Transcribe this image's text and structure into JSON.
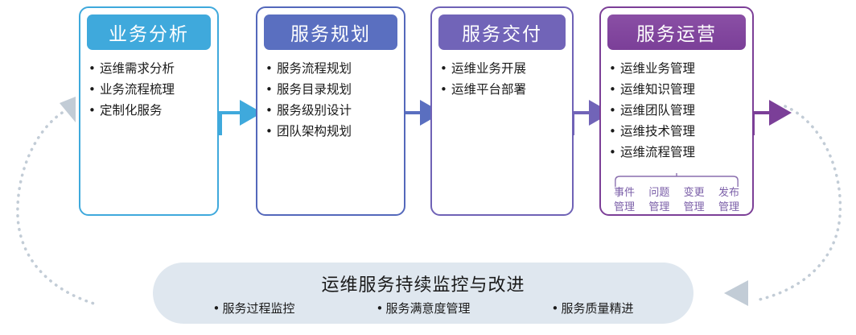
{
  "diagram": {
    "title_implicit": "",
    "colors": {
      "phase1": "#3fa9dc",
      "phase2": "#5a6fc0",
      "phase3": "#7164b8",
      "phase4": "#7b3f98",
      "pill_background": "#dfe7ef",
      "loop_arrow": "#b9c4d0",
      "sub_item_text": "#7b5fa8"
    },
    "phases": [
      {
        "id": "business-analysis",
        "title": "业务分析",
        "accent": "#3fa9dc",
        "items": [
          "运维需求分析",
          "业务流程梳理",
          "定制化服务"
        ]
      },
      {
        "id": "service-planning",
        "title": "服务规划",
        "accent": "#5a6fc0",
        "items": [
          "服务流程规划",
          "服务目录规划",
          "服务级别设计",
          "团队架构规划"
        ]
      },
      {
        "id": "service-delivery",
        "title": "服务交付",
        "accent": "#7164b8",
        "items": [
          "运维业务开展",
          "运维平台部署"
        ]
      },
      {
        "id": "service-operation",
        "title": "服务运营",
        "accent": "#7b3f98",
        "items": [
          "运维业务管理",
          "运维知识管理",
          "运维团队管理",
          "运维技术管理",
          "运维流程管理"
        ],
        "sub_items": [
          {
            "line1": "事件",
            "line2": "管理"
          },
          {
            "line1": "问题",
            "line2": "管理"
          },
          {
            "line1": "变更",
            "line2": "管理"
          },
          {
            "line1": "发布",
            "line2": "管理"
          }
        ]
      }
    ],
    "footer": {
      "title": "运维服务持续监控与改进",
      "items": [
        "服务过程监控",
        "服务满意度管理",
        "服务质量精进"
      ]
    },
    "bullet_glyph": "•"
  }
}
